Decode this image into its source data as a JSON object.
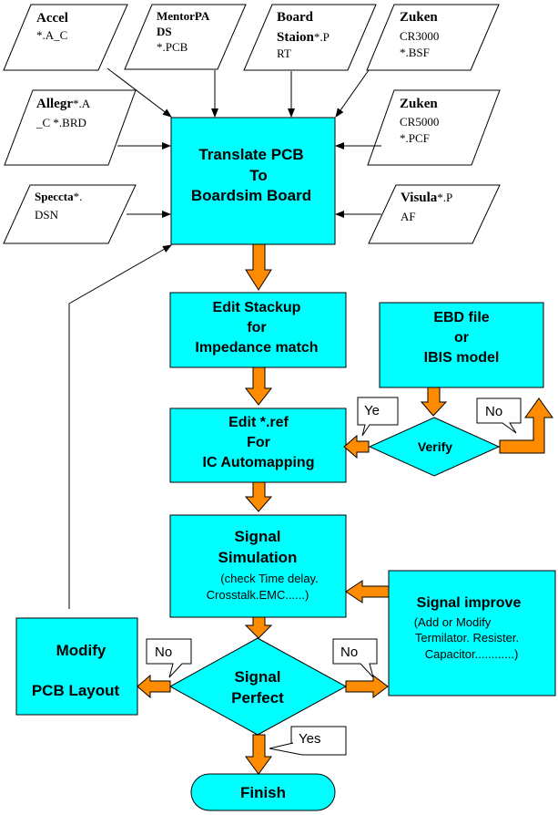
{
  "colors": {
    "box_fill": "#00FFFF",
    "arrow_orange": "#FF8C00",
    "stroke": "#000000",
    "background": "#FFFFFF"
  },
  "inputs": {
    "accel": {
      "name": "Accel",
      "ext": "*.A_C"
    },
    "mentor": {
      "name1": "MentorPA",
      "name2": "DS",
      "ext": "*.PCB"
    },
    "boardstation": {
      "name1": "Board",
      "name2": "Staion",
      "ext1": "*.P",
      "ext2": "RT"
    },
    "zuken3000": {
      "name": "Zuken",
      "model": "CR3000",
      "ext": "*.BSF"
    },
    "allegro": {
      "name": "Allegr",
      "ext1": "*.A",
      "ext2": "_C *.BRD"
    },
    "zuken5000": {
      "name": "Zuken",
      "model": "CR5000",
      "ext": "*.PCF"
    },
    "specctra": {
      "name": "Speccta",
      "ext1": "*.",
      "ext2": "DSN"
    },
    "visula": {
      "name": "Visula",
      "ext1": "*.P",
      "ext2": "AF"
    }
  },
  "process": {
    "translate": [
      "Translate PCB",
      "To",
      "Boardsim Board"
    ],
    "stackup": [
      "Edit Stackup",
      "for",
      "Impedance match"
    ],
    "ebd": [
      "EBD file",
      "or",
      "IBIS model"
    ],
    "editref": [
      "Edit *.ref",
      "For",
      "IC Automapping"
    ],
    "verify": "Verify",
    "sim_title": [
      "Signal",
      "Simulation"
    ],
    "sim_detail": [
      "(check Time delay.",
      "Crosstalk.EMC......)"
    ],
    "improve_title": "Signal improve",
    "improve_detail": [
      "(Add or Modify",
      "Termilator. Resister.",
      "Capacitor............)"
    ],
    "modify": [
      "Modify",
      "PCB Layout"
    ],
    "perfect": [
      "Signal",
      "Perfect"
    ],
    "finish": "Finish"
  },
  "callouts": {
    "verify_yes": "Ye",
    "verify_no": "No",
    "perfect_no_left": "No",
    "perfect_no_right": "No",
    "perfect_yes": "Yes"
  }
}
